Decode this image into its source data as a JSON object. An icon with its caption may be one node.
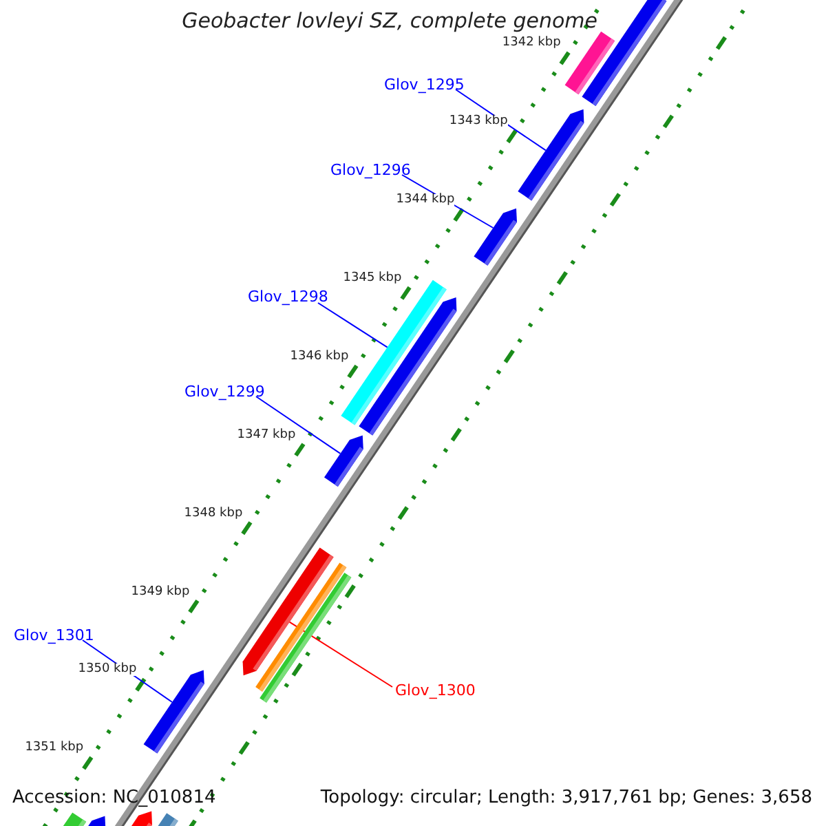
{
  "diagram": {
    "title": "Geobacter lovleyi SZ, complete genome",
    "nodes": [
      {
        "text": [
          "Glov_1295"
        ]
      },
      {
        "text": [
          "Glov_1296"
        ]
      },
      {
        "text": [
          "Glov_1298"
        ]
      },
      {
        "text": [
          "Glov_1299"
        ]
      },
      {
        "text": [
          "Glov_1301"
        ]
      },
      {
        "text": [
          "Glov_1300"
        ]
      },
      {
        "text": [],
        "shape": "bar"
      },
      {
        "text": [],
        "shape": "bar"
      },
      {
        "text": [],
        "shape": "bar"
      },
      {
        "text": [],
        "shape": "bar"
      },
      {
        "text": [],
        "shape": "bar"
      },
      {
        "text": [],
        "shape": "bar"
      },
      {
        "text": [],
        "shape": "bar"
      },
      {
        "text": [],
        "shape": "bar"
      },
      {
        "text": [],
        "shape": "bar"
      },
      {
        "text": [],
        "shape": "bar"
      },
      {
        "text": [],
        "shape": "bar"
      },
      {
        "text": [],
        "shape": "bar"
      },
      {
        "text": [],
        "shape": "bar"
      },
      {
        "text": [],
        "shape": "bar"
      },
      {
        "text": [],
        "shape": "bar"
      }
    ],
    "edges": [
      {
        "from": 0,
        "to": 8,
        "arrow": "none"
      },
      {
        "from": 1,
        "to": 9,
        "arrow": "none"
      },
      {
        "from": 2,
        "to": 10,
        "arrow": "none"
      },
      {
        "from": 3,
        "to": 12,
        "arrow": "none"
      },
      {
        "from": 4,
        "to": 16,
        "arrow": "none"
      },
      {
        "from": 5,
        "to": 13,
        "arrow": "none",
        "color": "#ff0000"
      }
    ],
    "labels": [
      "1342 kbp",
      "1343 kbp",
      "1344 kbp",
      "1345 kbp",
      "1346 kbp",
      "1347 kbp",
      "1348 kbp",
      "1349 kbp",
      "1350 kbp",
      "1351 kbp",
      "Accession: NC_010814",
      "Topology: circular; Length: 3,917,761 bp; Genes: 3,658"
    ]
  }
}
